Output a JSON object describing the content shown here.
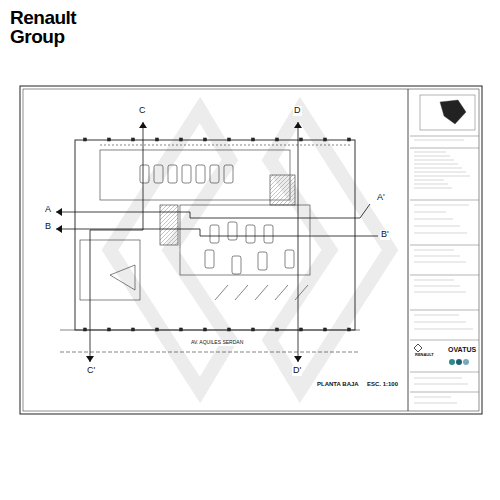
{
  "diagram": {
    "title": "Renault Group",
    "labels": [
      "A",
      "A'",
      "B",
      "B'",
      "C",
      "C'",
      "D",
      "D'",
      "PLANTA BAJA",
      "ESC. 1:100",
      "AV. AQUILES SERDAN",
      "RENAULT",
      "OVATUS"
    ]
  }
}
